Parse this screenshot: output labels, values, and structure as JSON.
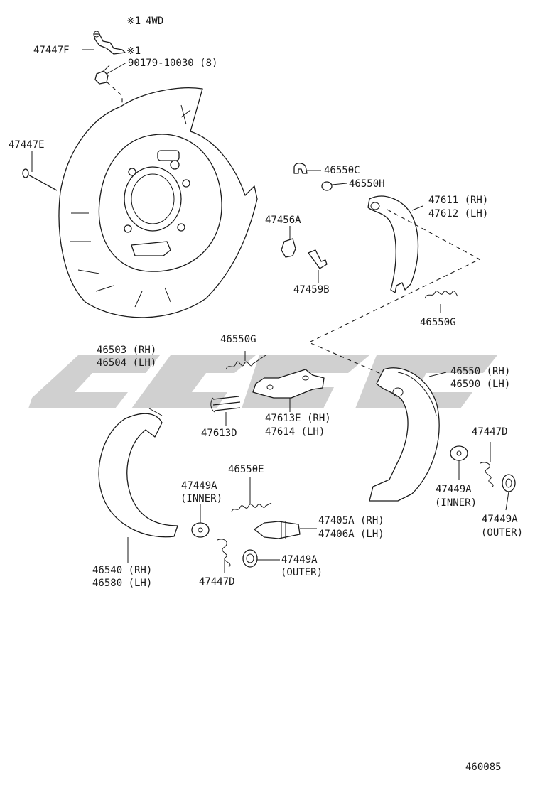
{
  "note": {
    "mark": "※1",
    "text": "4WD",
    "ref_mark": "※1"
  },
  "callouts": {
    "p47447F": "47447F",
    "p90179": "90179-10030 (8)",
    "p47447E": "47447E",
    "p46550C": "46550C",
    "p46550H": "46550H",
    "p47611": "47611 (RH)",
    "p47612": "47612 (LH)",
    "p47456A": "47456A",
    "p47459B": "47459B",
    "p46550G_right": "46550G",
    "p46503": "46503 (RH)",
    "p46504": "46504 (LH)",
    "p46550G_left": "46550G",
    "p46550": "46550 (RH)",
    "p46590": "46590 (LH)",
    "p47613E": "47613E (RH)",
    "p47614": "47614  (LH)",
    "p47613D": "47613D",
    "p47447D_right": "47447D",
    "p46550E": "46550E",
    "p47449A_inner_left": "47449A",
    "inner_left": "(INNER)",
    "p47449A_inner_right": "47449A",
    "inner_right": "(INNER)",
    "p47449A_outer_right": "47449A",
    "outer_right": "(OUTER)",
    "p47405A": "47405A (RH)",
    "p47406A": "47406A (LH)",
    "p46540": "46540 (RH)",
    "p46580": "46580 (LH)",
    "p47447D_left": "47447D",
    "p47449A_outer_left": "47449A",
    "outer_left": "(OUTER)"
  },
  "diagram_id": "460085"
}
